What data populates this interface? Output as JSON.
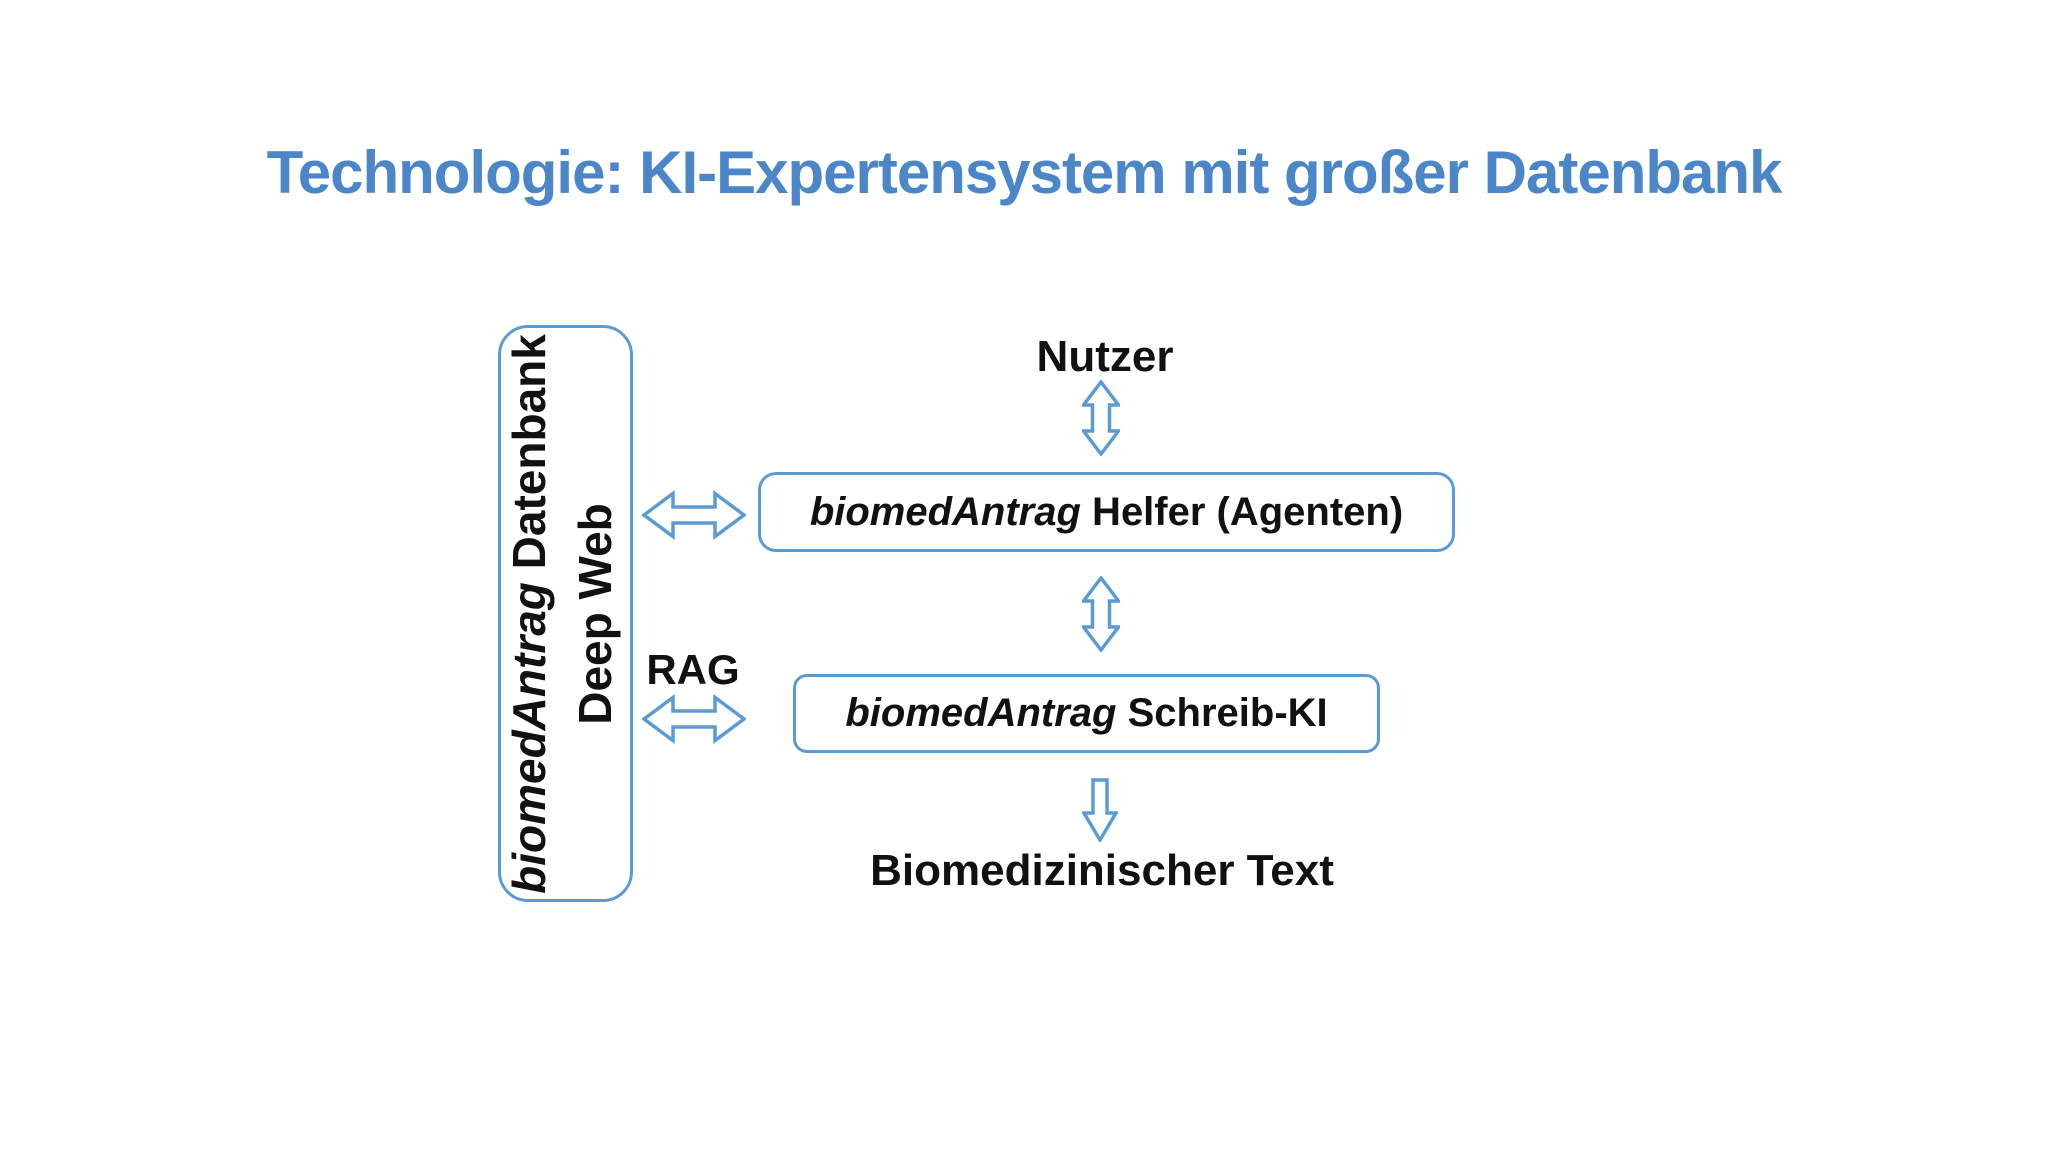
{
  "slide": {
    "title": "Technologie: KI-Expertensystem mit großer Datenbank"
  },
  "colors": {
    "title_blue": "#4a86c8",
    "accent_blue": "#5b9bd5",
    "text_black": "#111111",
    "background": "#ffffff"
  },
  "diagram": {
    "database_box": {
      "line1_italic": "biomedAntrag",
      "line1_rest": " Datenbank",
      "line2": "Deep Web"
    },
    "user_label": "Nutzer",
    "helfer_box": {
      "name_italic": "biomedAntrag",
      "rest": " Helfer (Agenten)"
    },
    "schreib_box": {
      "name_italic": "biomedAntrag",
      "rest": " Schreib-KI"
    },
    "rag_label": "RAG",
    "output_label": "Biomedizinischer Text",
    "icons": {
      "updown_arrow": "⇕",
      "leftright_arrow": "⇔",
      "down_arrow": "⇓"
    }
  }
}
